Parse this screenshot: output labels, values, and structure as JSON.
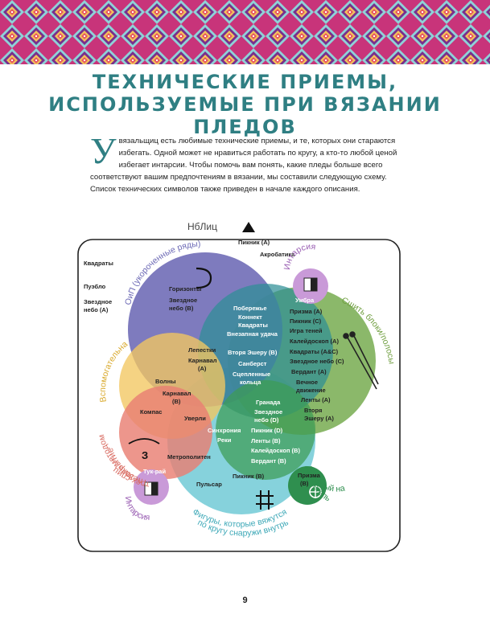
{
  "page": {
    "title_line1": "ТЕХНИЧЕСКИЕ ПРИЕМЫ,",
    "title_line2": "ИСПОЛЬЗУЕМЫЕ ПРИ ВЯЗАНИИ ПЛЕДОВ",
    "intro_dropcap": "У",
    "intro_text": "вязальщиц есть любимые технические приемы, и те, которых они стараются избегать. Одной может не нравиться работать по кругу, а кто-то любой ценой избегает интарсии. Чтобы помочь вам понять, какие пледы больше всего соответствуют вашим предпочтениям в вязании, мы составили следующую схему. Список технических символов также приведен в начале каждого описания.",
    "page_number": "9"
  },
  "colors": {
    "accent_teal": "#2f7f83",
    "circle_short_rows": "#6c69b5",
    "circle_sewn": "#7bae55",
    "circle_lifeline": "#f2c760",
    "circle_three_needle": "#e97f73",
    "circle_in_round": "#79cdd8",
    "circle_center": "#2e8f95",
    "circle_provisional": "#3d9b55",
    "circle_intarsia": "#c99ad8"
  },
  "diagram": {
    "top_label": "НбЛиц",
    "outside_left": [
      "Квадраты",
      "Пуэбло",
      "Звездное небо (А)"
    ],
    "outside_top": [
      "Пикник (А)",
      "Акробатика"
    ],
    "circle_labels": {
      "short_rows": "ОиП (укороченные ряды)",
      "intarsia_top": "Интарсия",
      "sewn": "Сшить блоки/полосы",
      "lifeline": "Вспомогательная нить",
      "three_needle_line1": "Закрытие",
      "three_needle_line2": "петель методом",
      "three_needle_line3": "трех спиц",
      "intarsia_bottom": "Интарсия",
      "in_round_line1": "Фигуры, которые вяжутся",
      "in_round_line2": "по кругу снаружи внутрь",
      "provisional_line1": "Дырчатый набор",
      "provisional_line2": "петель"
    },
    "items": {
      "horizons": "Горизонты",
      "starry_b1": "Звездное",
      "starry_b2": "небо (В)",
      "umbra": "Умбра",
      "coast": "Побережье",
      "connect": "Коннект",
      "squares2": "Квадраты",
      "luck": "Внезапная удача",
      "prism_a": "Призма (А)",
      "picnic_c": "Пикник (С)",
      "shadows": "Игра теней",
      "kaleido_a": "Калейдоскоп (А)",
      "squares_ac": "Квадраты (A&C)",
      "starry_c": "Звездное небо (С)",
      "verdant_a": "Вердант (А)",
      "eternal1": "Вечное",
      "eternal2": "движение",
      "lenti_a": "Ленты (А)",
      "second1": "Вторя",
      "second2": "Эшеру (А)",
      "petals": "Лепестки",
      "carnival_a1": "Карнавал",
      "carnival_a2": "(А)",
      "echo_b": "Вторя Эшеру (В)",
      "sunberst": "Санберст",
      "rings1": "Сцепленные",
      "rings2": "кольца",
      "waves": "Волны",
      "carnival_b1": "Карнавал",
      "carnival_b2": "(В)",
      "granada": "Гранада",
      "starry_d1": "Звездное",
      "starry_d2": "небо (D)",
      "compass": "Компас",
      "twirl": "Уверли",
      "sync": "Синхрония",
      "rivers": "Реки",
      "picnic_d": "Пикник (D)",
      "lenti_b": "Ленты (В)",
      "kaleido_b": "Калейдоскоп (В)",
      "verdant_b": "Вердант (В)",
      "metropolitan": "Метрополитен",
      "tuk_ray": "Тук-рай",
      "pulsar": "Пульсар",
      "picnic_b": "Пикник (В)",
      "prism_b1": "Призма",
      "prism_b2": "(В)"
    },
    "icons": {
      "top": "triangle-icon",
      "short_rows": "short-row-turn-icon",
      "intarsia": "intarsia-square-icon",
      "needles": "needle-pair-icon",
      "three_needle": "three-needle-bindoff-icon",
      "in_round": "hash-icon",
      "provisional": "circle-cast-on-icon"
    }
  }
}
